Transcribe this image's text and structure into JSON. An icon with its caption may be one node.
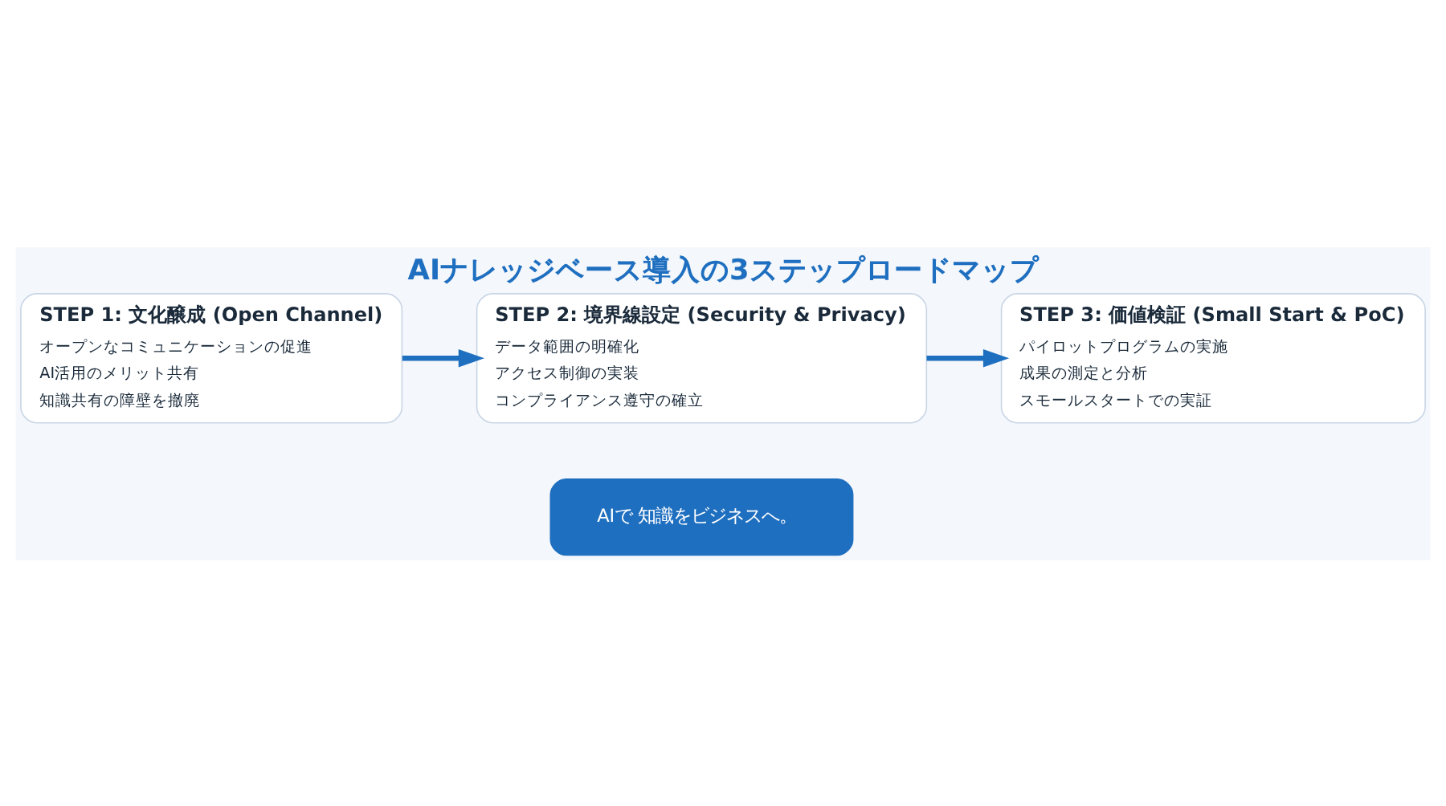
{
  "diagram": {
    "title": "AIナレッジベース導入の3ステップロードマップ",
    "nodes": [
      {
        "text": [
          "STEP 1: 文化醸成 (Open Channel)",
          "オープンなコミュニケーションの促進",
          "AI活用のメリット共有",
          "知識共有の障壁を撤廃"
        ]
      },
      {
        "text": [
          "STEP 2: 境界線設定 (Security & Privacy)",
          "データ範囲の明確化",
          "アクセス制御の実装",
          "コンプライアンス遵守の確立"
        ]
      },
      {
        "text": [
          "STEP 3: 価値検証 (Small Start & PoC)",
          "パイロットプログラムの実施",
          "成果の測定と分析",
          "スモールスタートでの実証"
        ]
      },
      {
        "text": [
          "AIで 知識をビジネスへ。"
        ]
      }
    ],
    "edges": [
      {
        "from": 0,
        "to": 1,
        "arrow": "to"
      },
      {
        "from": 1,
        "to": 2,
        "arrow": "to"
      }
    ]
  }
}
